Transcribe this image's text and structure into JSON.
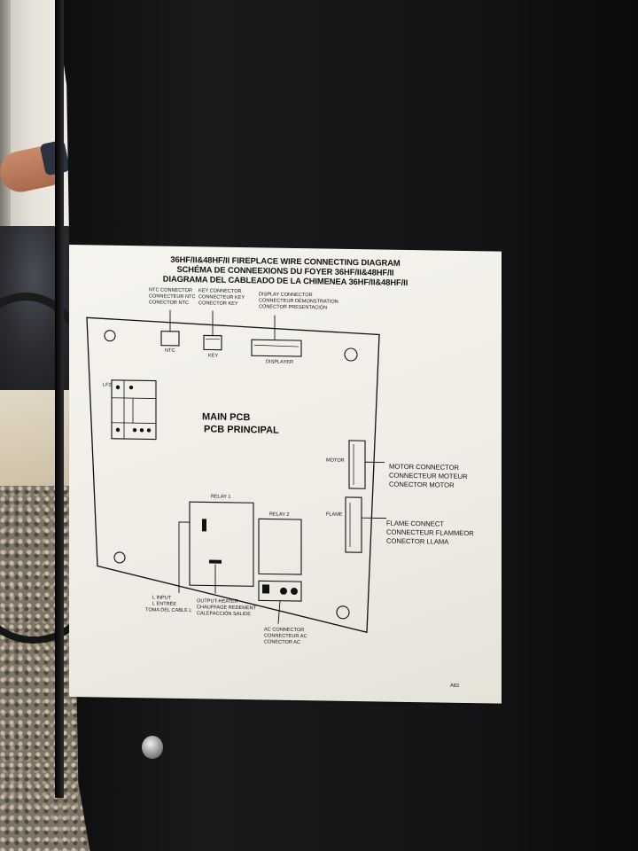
{
  "label": {
    "title_lines": [
      "36HF/II&48HF/II FIREPLACE WIRE CONNECTING DIAGRAM",
      "SCHÉMA DE CONNEEXIONS DU FOYER 36HF/II&48HF/II",
      "DIAGRAMA DEL CABLEADO DE LA CHIMENEA 36HF/II&48HF/II"
    ],
    "ntc": {
      "lines": [
        "NTC CONNECTOR",
        "CONNECTEUR NTC",
        "CONECTOR NTC"
      ],
      "tag": "NTC"
    },
    "key": {
      "lines": [
        "KEY CONNECTOR",
        "CONNECTEUR KEY",
        "CONECTOR KEY"
      ],
      "tag": "KEY"
    },
    "display": {
      "lines": [
        "DISPLAY CONNECTOR",
        "CONNECTEUR DÉMONSTRATION",
        "CONECTOR PRESENTACIÓN"
      ],
      "tag": "DISPLAYER"
    },
    "fuse_tag": "LF2",
    "main_pcb": [
      "MAIN PCB",
      "PCB PRINCIPAL"
    ],
    "motor": {
      "tag": "MOTOR",
      "lines": [
        "MOTOR CONNECTOR",
        "CONNECTEUR MOTEUR",
        "CONECTOR MOTOR"
      ]
    },
    "flame": {
      "tag": "FLAME",
      "lines": [
        "FLAME CONNECT",
        "CONNECTEUR FLAMMEOR",
        "CONECTOR LLAMA"
      ]
    },
    "relay1": "RELAY 1",
    "relay2": "RELAY 2",
    "l_input": [
      "L INPUT",
      "L ENTRÉE",
      "TOMA DEL CABLE L"
    ],
    "output_heater": [
      "OUTPUT-HEATER",
      "CHAUFFAGE REDEMENT",
      "CALEFACCIÓN SALIDE"
    ],
    "ac": [
      "AC CONNECTOR",
      "CONNECTEUR AC",
      "CONECTOR AC"
    ],
    "corner_code": "A83"
  },
  "colors": {
    "panel": "#141416",
    "label": "#f2f0e9",
    "ink": "#111111"
  }
}
